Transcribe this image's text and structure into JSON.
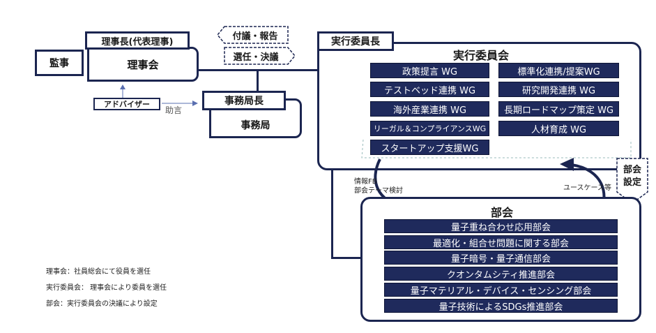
{
  "kansa": "監事",
  "rijicho": "理事長(代表理事)",
  "rijikai": "理事会",
  "advisor": "アドバイザー",
  "jogen": "助言",
  "jimukyokucho": "事務局長",
  "jimukyoku": "事務局",
  "tag_fugi": "付議・報告",
  "tag_senin": "選任・決議",
  "jikko_iincho": "実行委員長",
  "jikko_iinkai": "実行委員会",
  "wg_left": [
    "政策提言 WG",
    "テストベッド連携 WG",
    "海外産業連携 WG",
    "リーガル＆コンプライアンスWG",
    "スタートアップ支援WG"
  ],
  "wg_right": [
    "標準化連携/提案WG",
    "研究開発連携 WG",
    "長期ロードマップ策定 WG",
    "人材育成 WG"
  ],
  "feedback_label_1": "情報FB",
  "feedback_label_2": "部会テーマ検討",
  "usecase_label": "ユースケース等",
  "bukai_settei_1": "部会",
  "bukai_settei_2": "設定",
  "bukai_title": "部会",
  "bukai_items": [
    "量子重ね合わせ応用部会",
    "最適化・組合せ問題に関する部会",
    "量子暗号・量子通信部会",
    "クオンタムシティ推進部会",
    "量子マテリアル・デバイス・センシング部会",
    "量子技術によるSDGs推進部会"
  ],
  "notes": [
    "理事会：社員総会にて役員を選任",
    "実行委員会： 理事会により委員を選任",
    "部会：実行委員会の決議により設定"
  ],
  "colors": {
    "navy": "#1f2a5c",
    "border": "#1b2550"
  }
}
